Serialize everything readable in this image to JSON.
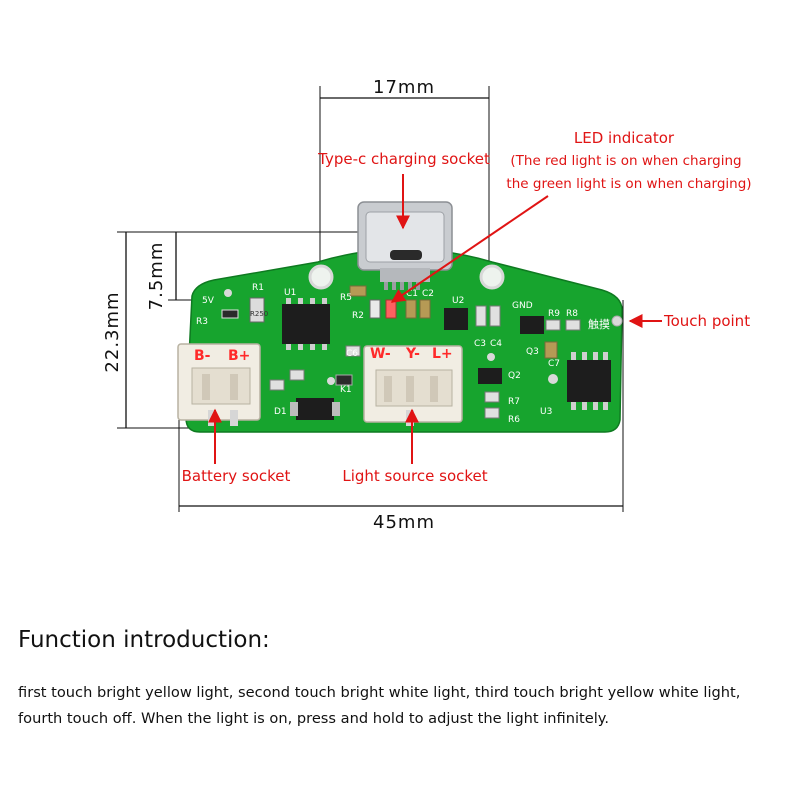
{
  "dimensions": {
    "width_top": "17mm",
    "height_left": "22.3mm",
    "height_inner": "7.5mm",
    "width_bottom": "45mm"
  },
  "callouts": {
    "typec": "Type-c charging socket",
    "led_title": "LED indicator",
    "led_line1": "(The red light is on when charging",
    "led_line2": "the green light is on when charging)",
    "touch": "Touch point",
    "battery": "Battery socket",
    "light": "Light source socket"
  },
  "board_labels": {
    "b_minus": "B-",
    "b_plus": "B+",
    "w_minus": "W-",
    "y_minus": "Y-",
    "l_plus": "L+",
    "touch_cn": "触摸",
    "v5": "5V",
    "gnd": "GND",
    "r1": "R1",
    "r3": "R3",
    "r2": "R2",
    "r5": "R5",
    "r6": "R6",
    "r7": "R7",
    "r8": "R8",
    "r9": "R9",
    "c1": "C1",
    "c2": "C2",
    "c3": "C3",
    "c4": "C4",
    "c6": "C6",
    "c7": "C7",
    "u1": "U1",
    "u2": "U2",
    "u3": "U3",
    "q2": "Q2",
    "q3": "Q3",
    "d1": "D1",
    "k1": "K1",
    "r250": "R250"
  },
  "function": {
    "title": "Function introduction:",
    "text": "first touch bright yellow light, second touch bright white light, third touch bright yellow white light, fourth touch off. When the light is on, press and hold to adjust the light infinitely."
  },
  "colors": {
    "pcb": "#17a42e",
    "callout": "#e01414"
  }
}
